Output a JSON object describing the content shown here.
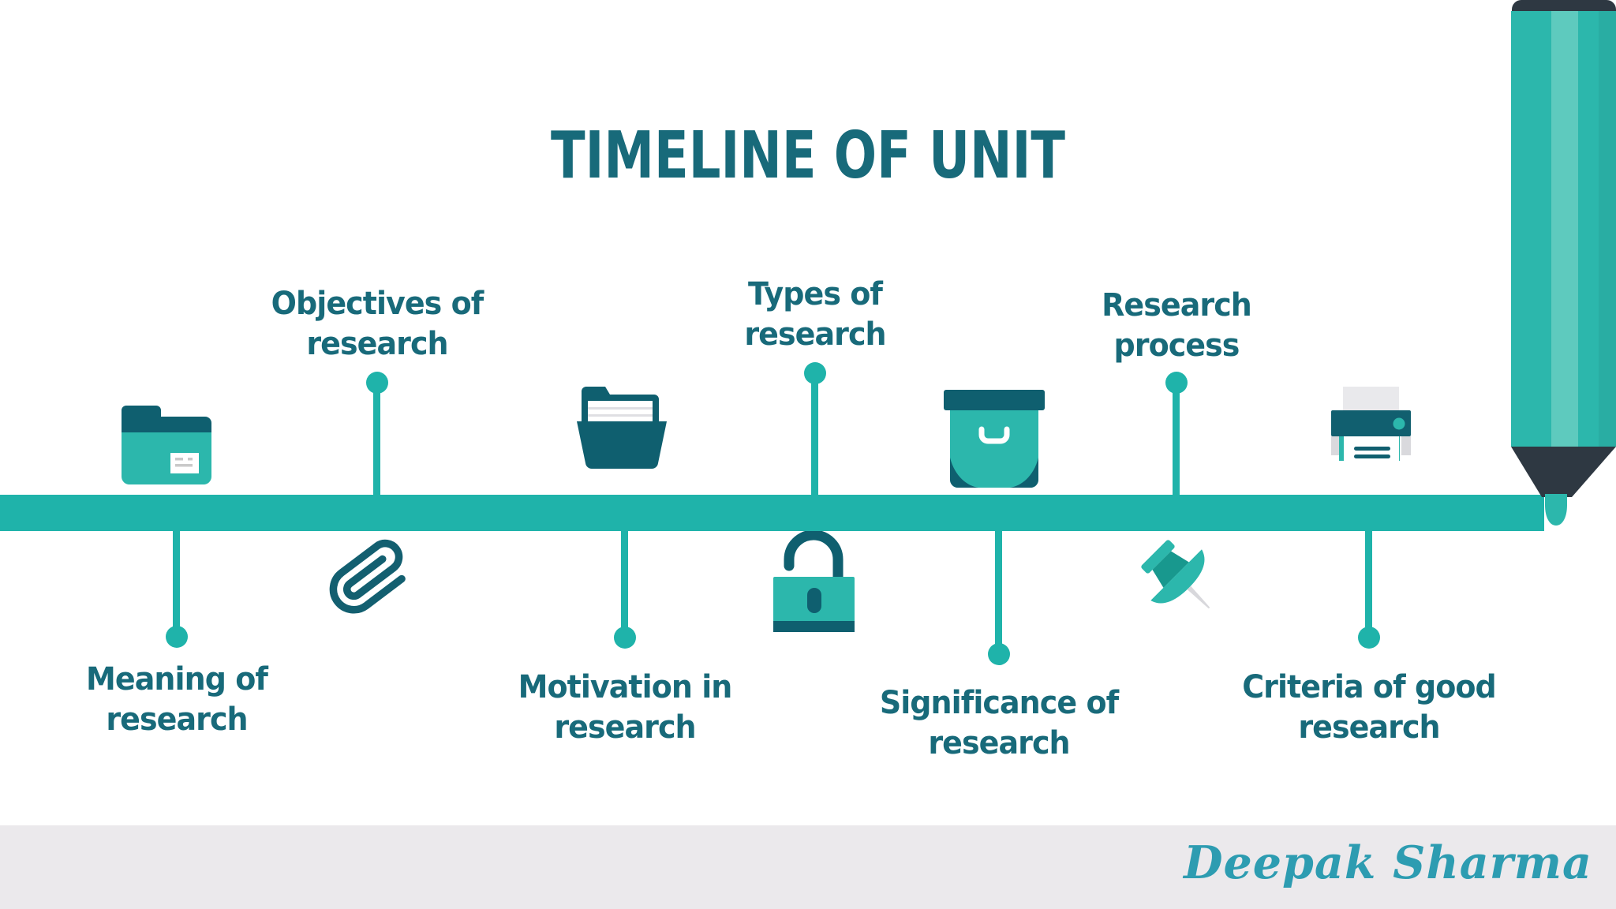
{
  "title": "TIMELINE OF UNIT",
  "timeline": {
    "above": [
      {
        "label": "Objectives of research"
      },
      {
        "label": "Types of research"
      },
      {
        "label": "Research process"
      }
    ],
    "below": [
      {
        "label": "Meaning of research"
      },
      {
        "label": "Motivation in research"
      },
      {
        "label": "Significance of research"
      },
      {
        "label": "Criteria of good research"
      }
    ]
  },
  "icons": [
    {
      "name": "closed-folder-icon"
    },
    {
      "name": "paperclip-icon"
    },
    {
      "name": "open-folder-icon"
    },
    {
      "name": "open-padlock-icon"
    },
    {
      "name": "archive-box-icon"
    },
    {
      "name": "pushpin-icon"
    },
    {
      "name": "printer-icon"
    },
    {
      "name": "highlighter-marker-icon"
    }
  ],
  "footer": {
    "signature": "Deepak Sharma"
  },
  "colors": {
    "timeline_teal": "#1fb3aa",
    "icon_teal": "#2cb7ac",
    "icon_dark_teal": "#0f5f6f",
    "heading_teal": "#186a7a",
    "marker_dark": "#2e3842",
    "marker_stripe": "#5ecabe",
    "footer_gray": "#ebe9ec",
    "signature_teal": "#2d9cb1",
    "paper_gray": "#e9e9ec"
  }
}
